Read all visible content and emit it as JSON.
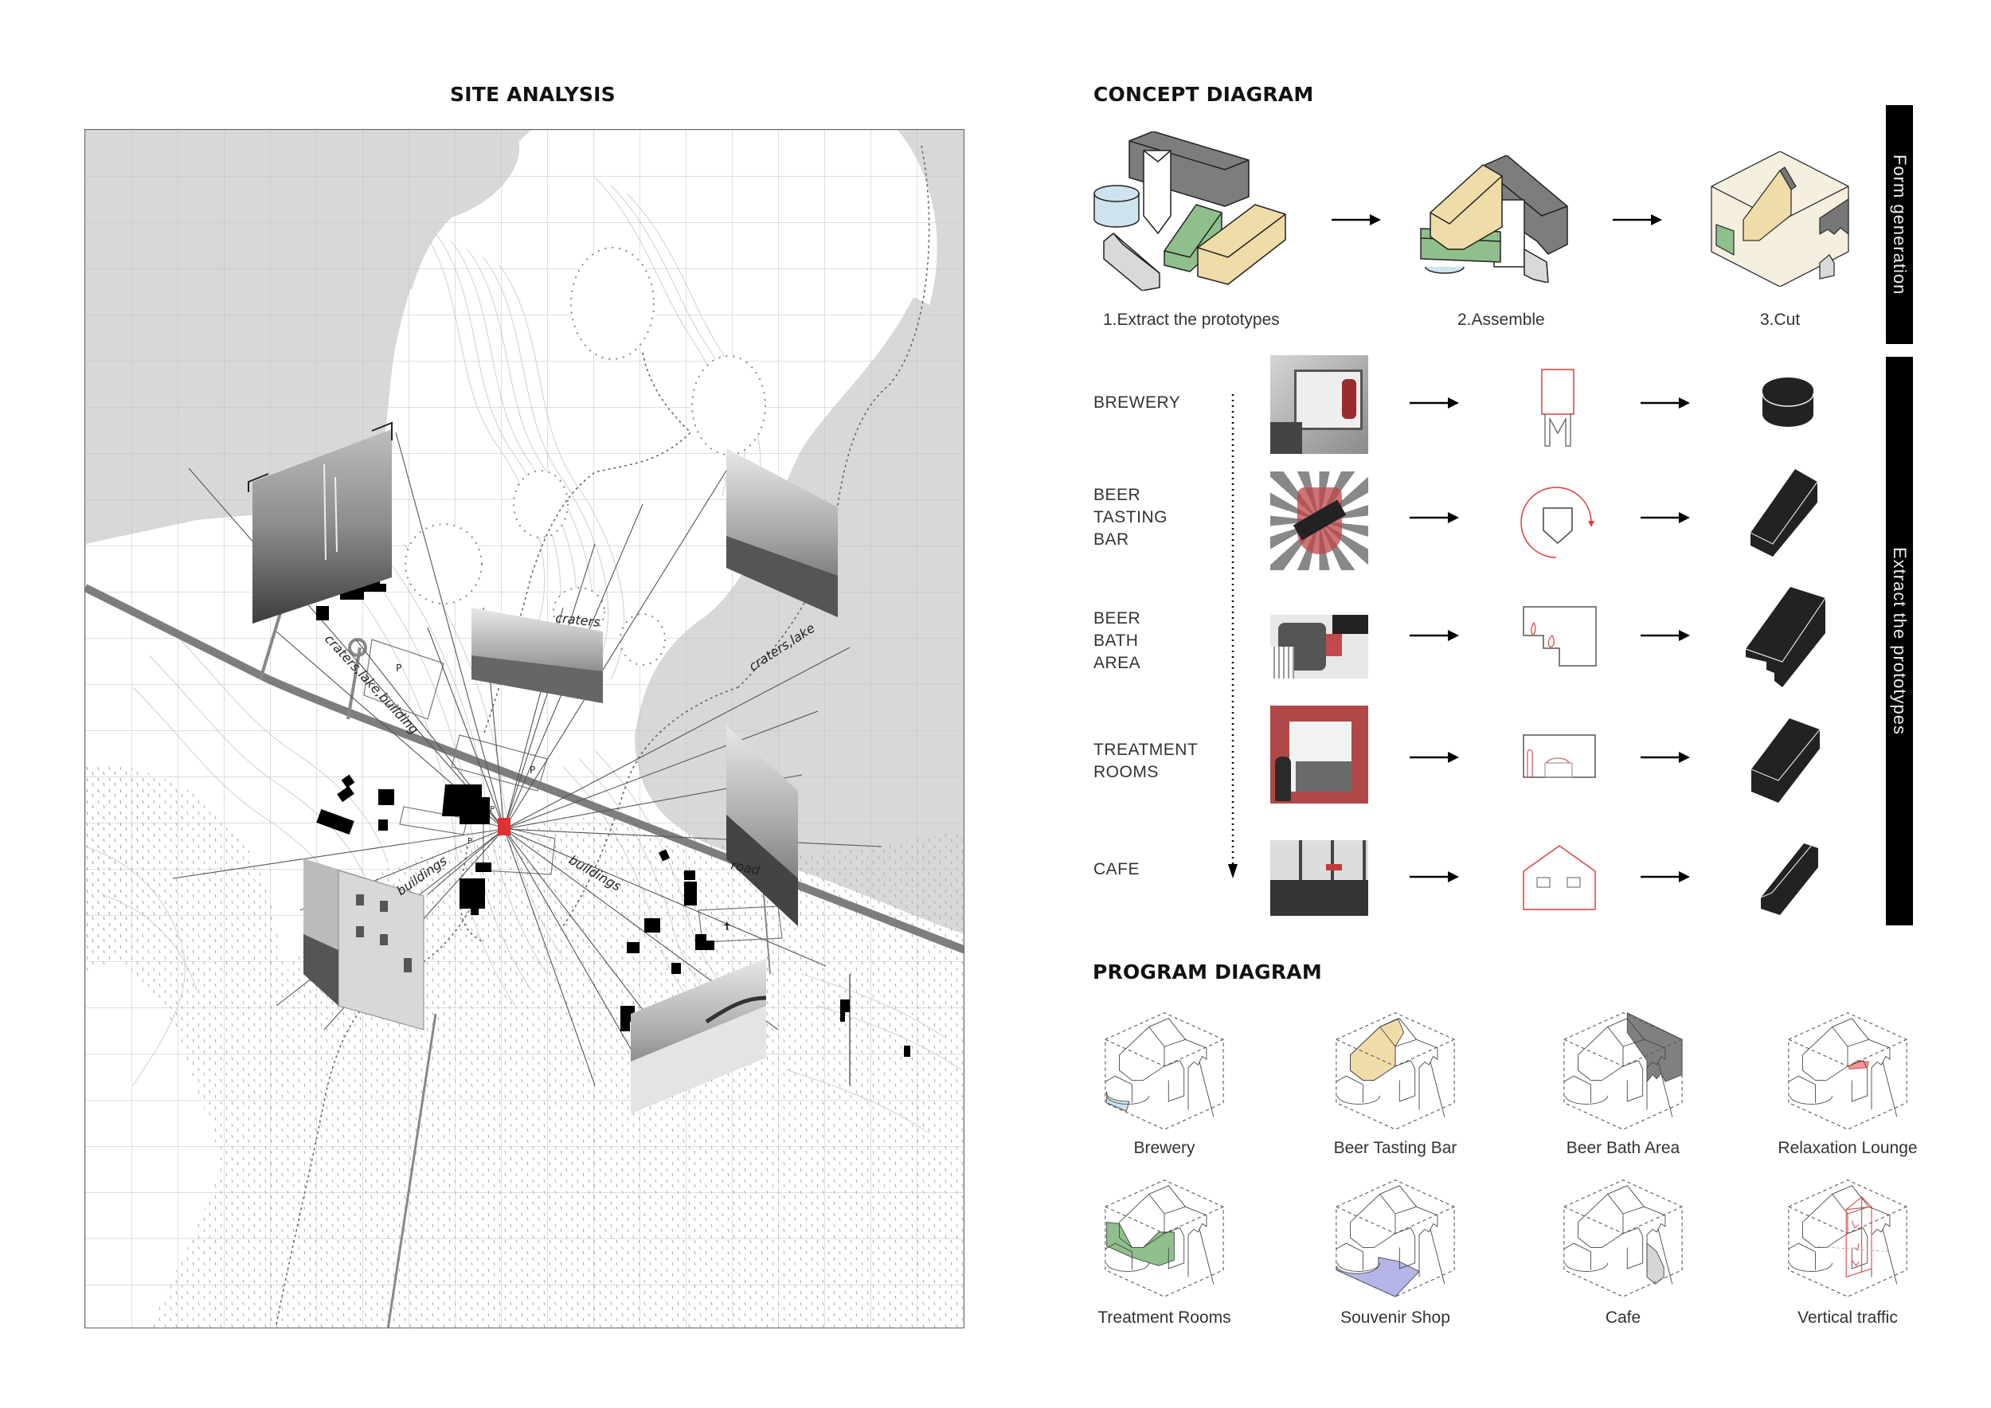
{
  "site_analysis": {
    "title": "SITE ANALYSIS",
    "map_labels": {
      "craters_lake_building": "craters,lake,building",
      "craters": "craters",
      "craters_lake": "craters,lake",
      "buildings_left": "buildings",
      "buildings_right": "buildings",
      "road": "road",
      "parking": "P",
      "church": "✝"
    },
    "colors": {
      "sea": "#d8d8d8",
      "site_marker": "#e03030",
      "road": "#777777",
      "building": "#000000"
    }
  },
  "concept_diagram": {
    "title": "CONCEPT DIAGRAM",
    "form_generation_label": "Form generation",
    "extract_prototypes_label": "Extract the prototypes",
    "steps": [
      {
        "label": "1.Extract the prototypes"
      },
      {
        "label": "2.Assemble"
      },
      {
        "label": "3.Cut"
      }
    ],
    "prototypes": [
      {
        "lines": [
          "BREWERY"
        ],
        "icon": "brewery-tank-icon",
        "solid": "cylinder-icon"
      },
      {
        "lines": [
          "BEER",
          "TASTING",
          "BAR"
        ],
        "icon": "rotating-glass-icon",
        "solid": "long-box-icon"
      },
      {
        "lines": [
          "BEER",
          "BATH",
          "AREA"
        ],
        "icon": "stepped-section-icon",
        "solid": "stepped-box-icon"
      },
      {
        "lines": [
          "TREATMENT",
          "ROOMS"
        ],
        "icon": "room-section-icon",
        "solid": "box-icon"
      },
      {
        "lines": [
          "CAFE"
        ],
        "icon": "house-elevation-icon",
        "solid": "gable-prism-icon"
      }
    ],
    "colors": {
      "yellow": "#f0dca8",
      "green": "#8fbf8c",
      "blue": "#cfe3ee",
      "dark_gray": "#808080",
      "light_gray": "#d9d9d9",
      "cream": "#f5efdf",
      "accent_red": "#d84040"
    }
  },
  "program_diagram": {
    "title": "PROGRAM DIAGRAM",
    "items": [
      {
        "label": "Brewery",
        "color": "#cfe3ee"
      },
      {
        "label": "Beer Tasting Bar",
        "color": "#f0dca8"
      },
      {
        "label": "Beer Bath Area",
        "color": "#808080"
      },
      {
        "label": "Relaxation Lounge",
        "color": "#f09898"
      },
      {
        "label": "Treatment Rooms",
        "color": "#8fbf8c"
      },
      {
        "label": "Souvenir Shop",
        "color": "#b5b5e8"
      },
      {
        "label": "Cafe",
        "color": "#d6d6d6"
      },
      {
        "label": "Vertical traffic",
        "color": "#e04040"
      }
    ]
  }
}
